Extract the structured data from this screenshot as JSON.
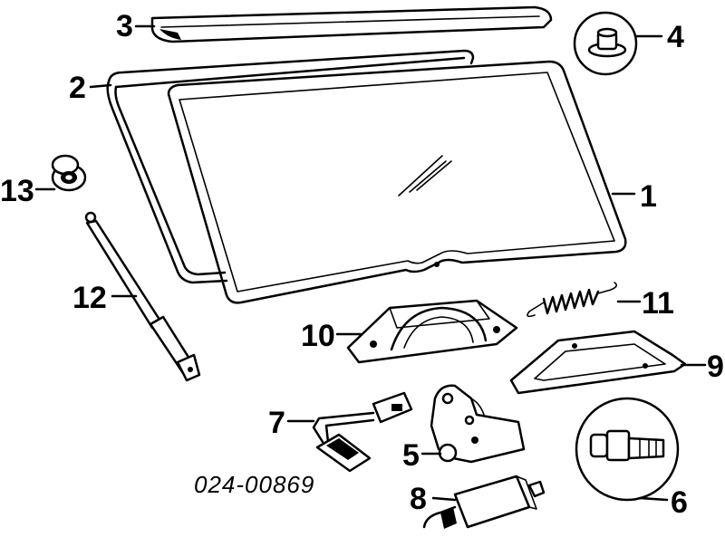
{
  "diagram": {
    "part_code": "024-00869",
    "callouts": {
      "glass": "1",
      "seal": "2",
      "top_molding": "3",
      "clip": "4",
      "latch": "5",
      "stud": "6",
      "switch": "7",
      "motor": "8",
      "lower_bracket": "9",
      "hinge_cover": "10",
      "spring": "11",
      "support_strut": "12",
      "grommet": "13"
    }
  }
}
